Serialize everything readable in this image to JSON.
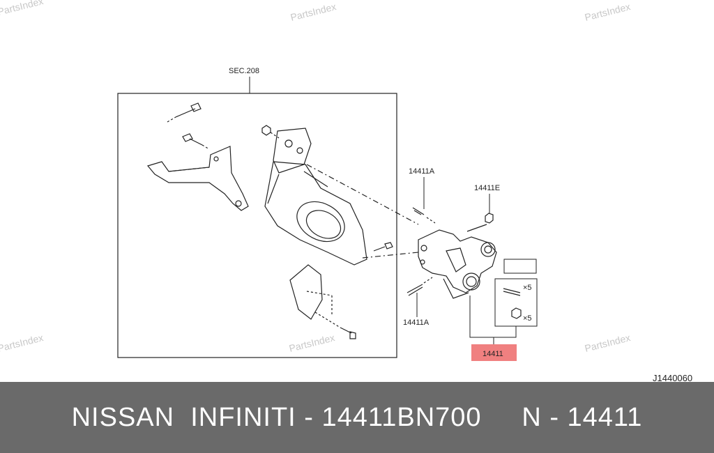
{
  "watermarks": [
    "PartsIndex",
    "PartsIndex",
    "PartsIndex",
    "PartsIndex",
    "PartsIndex",
    "PartsIndex"
  ],
  "labels": {
    "sec": "SEC.208",
    "part_14411A_top": "14411A",
    "part_14411E": "14411E",
    "part_14411A_bottom": "14411A",
    "qty_stud": "×5",
    "qty_nut": "×5",
    "main_part": "14411",
    "diagram_code": "J1440060"
  },
  "colors": {
    "highlight": "#f08080",
    "footer_bg": "#6a6a6a",
    "line": "#222222"
  },
  "footer": {
    "text": "NISSAN  INFINITI - 14411BN700     N - 14411"
  }
}
